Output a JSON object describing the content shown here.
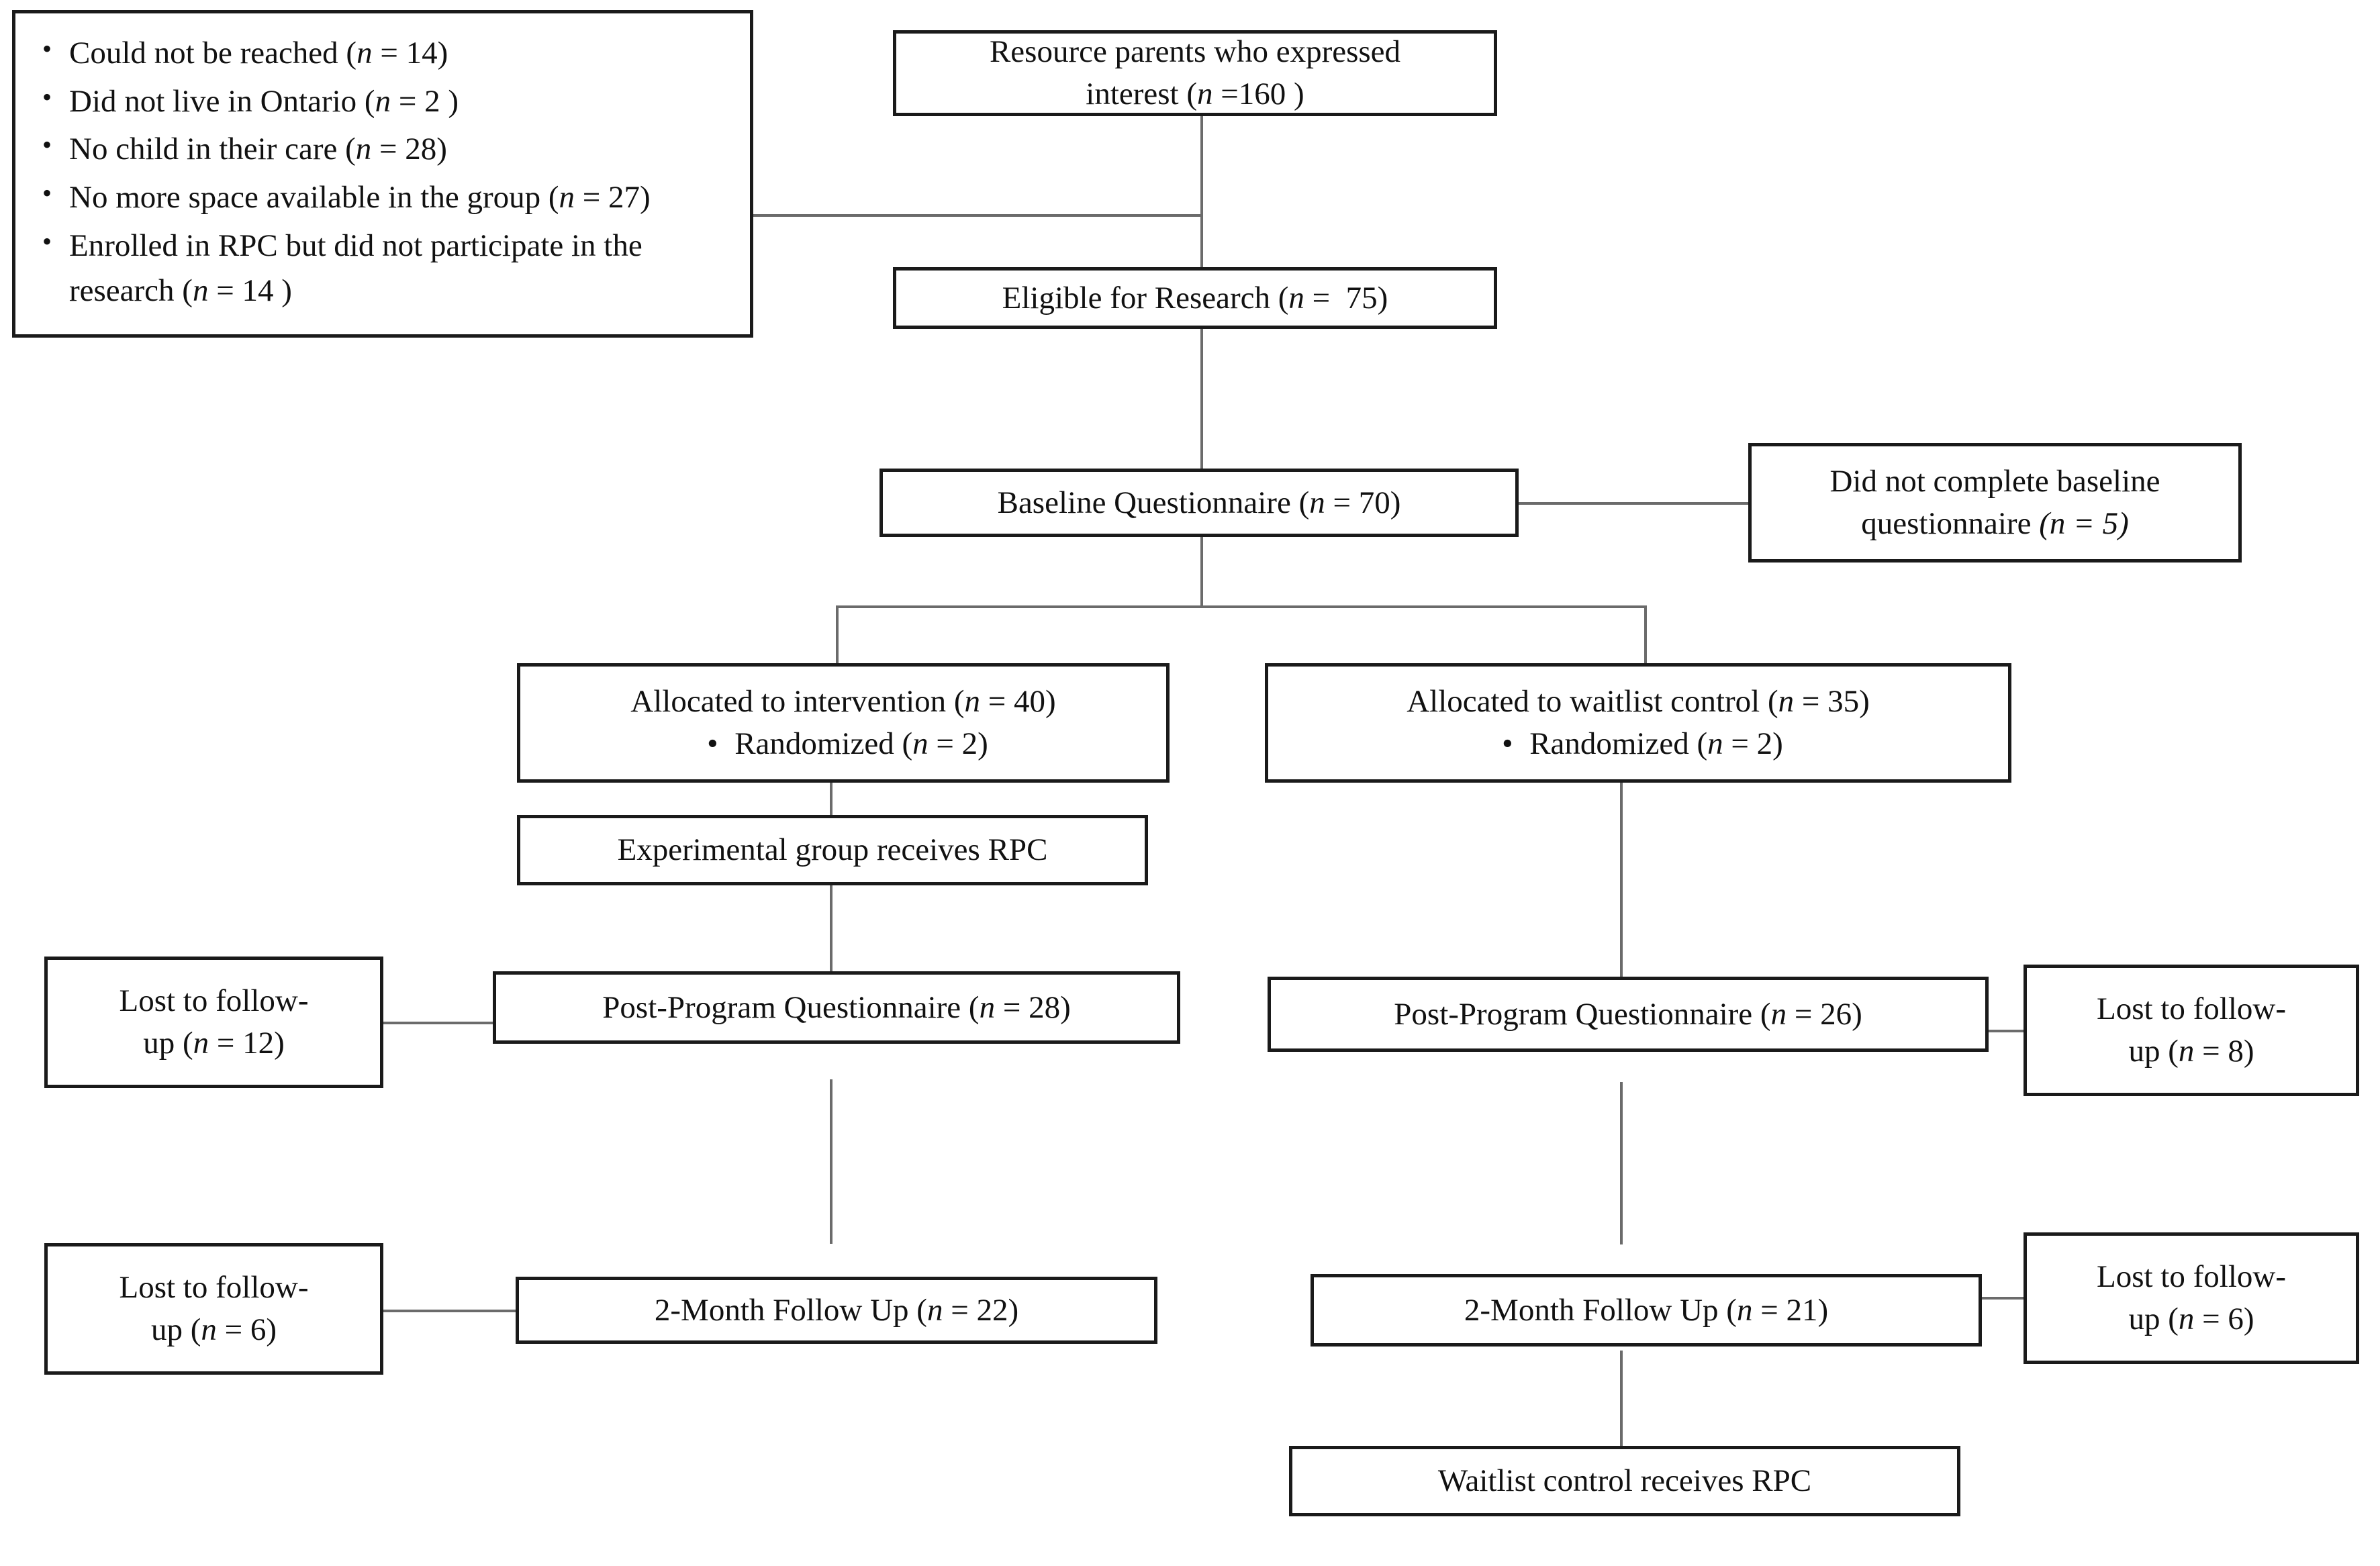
{
  "diagram": {
    "title": "CONSORT participant flow diagram",
    "type": "flowchart",
    "colors": {
      "box_border": "#1a1a1a",
      "connector": "#6b6b6b",
      "background": "#ffffff"
    }
  },
  "exclusions": {
    "items": [
      {
        "label": "Could not be reached",
        "n": "(n = 14)"
      },
      {
        "label": "Did not live in Ontario",
        "n": "(n = 2 )"
      },
      {
        "label": "No child in their care",
        "n": "(n = 28)"
      },
      {
        "label": "No more space available in the group",
        "n": "(n = 27)"
      },
      {
        "label": "Enrolled in RPC but did not participate in the research",
        "n": "(n = 14 )"
      }
    ]
  },
  "nodes": {
    "interest": {
      "line1": "Resource parents who expressed",
      "line2": "interest (n =160 )"
    },
    "eligible": {
      "line1": "Eligible for Research (n =  75)"
    },
    "baseline": {
      "line1": "Baseline Questionnaire (n = 70)"
    },
    "no_baseline": {
      "line1": "Did not complete baseline",
      "line2": "questionnaire (n = 5)"
    },
    "alloc_intervention": {
      "line1": "Allocated to intervention (n = 40)",
      "line2": "Randomized (n = 2)"
    },
    "alloc_waitlist": {
      "line1": "Allocated to waitlist control (n = 35)",
      "line2": "Randomized (n = 2)"
    },
    "experimental_rpc": {
      "line1": "Experimental group receives RPC"
    },
    "post_intervention": {
      "line1": "Post-Program Questionnaire (n = 28)"
    },
    "post_waitlist": {
      "line1": "Post-Program Questionnaire (n = 26)"
    },
    "lost_post_intervention": {
      "line1": "Lost to follow-",
      "line2": "up (n = 12)"
    },
    "lost_post_waitlist": {
      "line1": "Lost to follow-",
      "line2": "up (n = 8)"
    },
    "followup_intervention": {
      "line1": "2-Month Follow Up (n = 22)"
    },
    "followup_waitlist": {
      "line1": "2-Month Follow Up (n = 21)"
    },
    "lost_followup_intervention": {
      "line1": "Lost to follow-",
      "line2": "up (n = 6)"
    },
    "lost_followup_waitlist": {
      "line1": "Lost to follow-",
      "line2": "up (n = 6)"
    },
    "waitlist_rpc": {
      "line1": "Waitlist control receives RPC"
    }
  }
}
